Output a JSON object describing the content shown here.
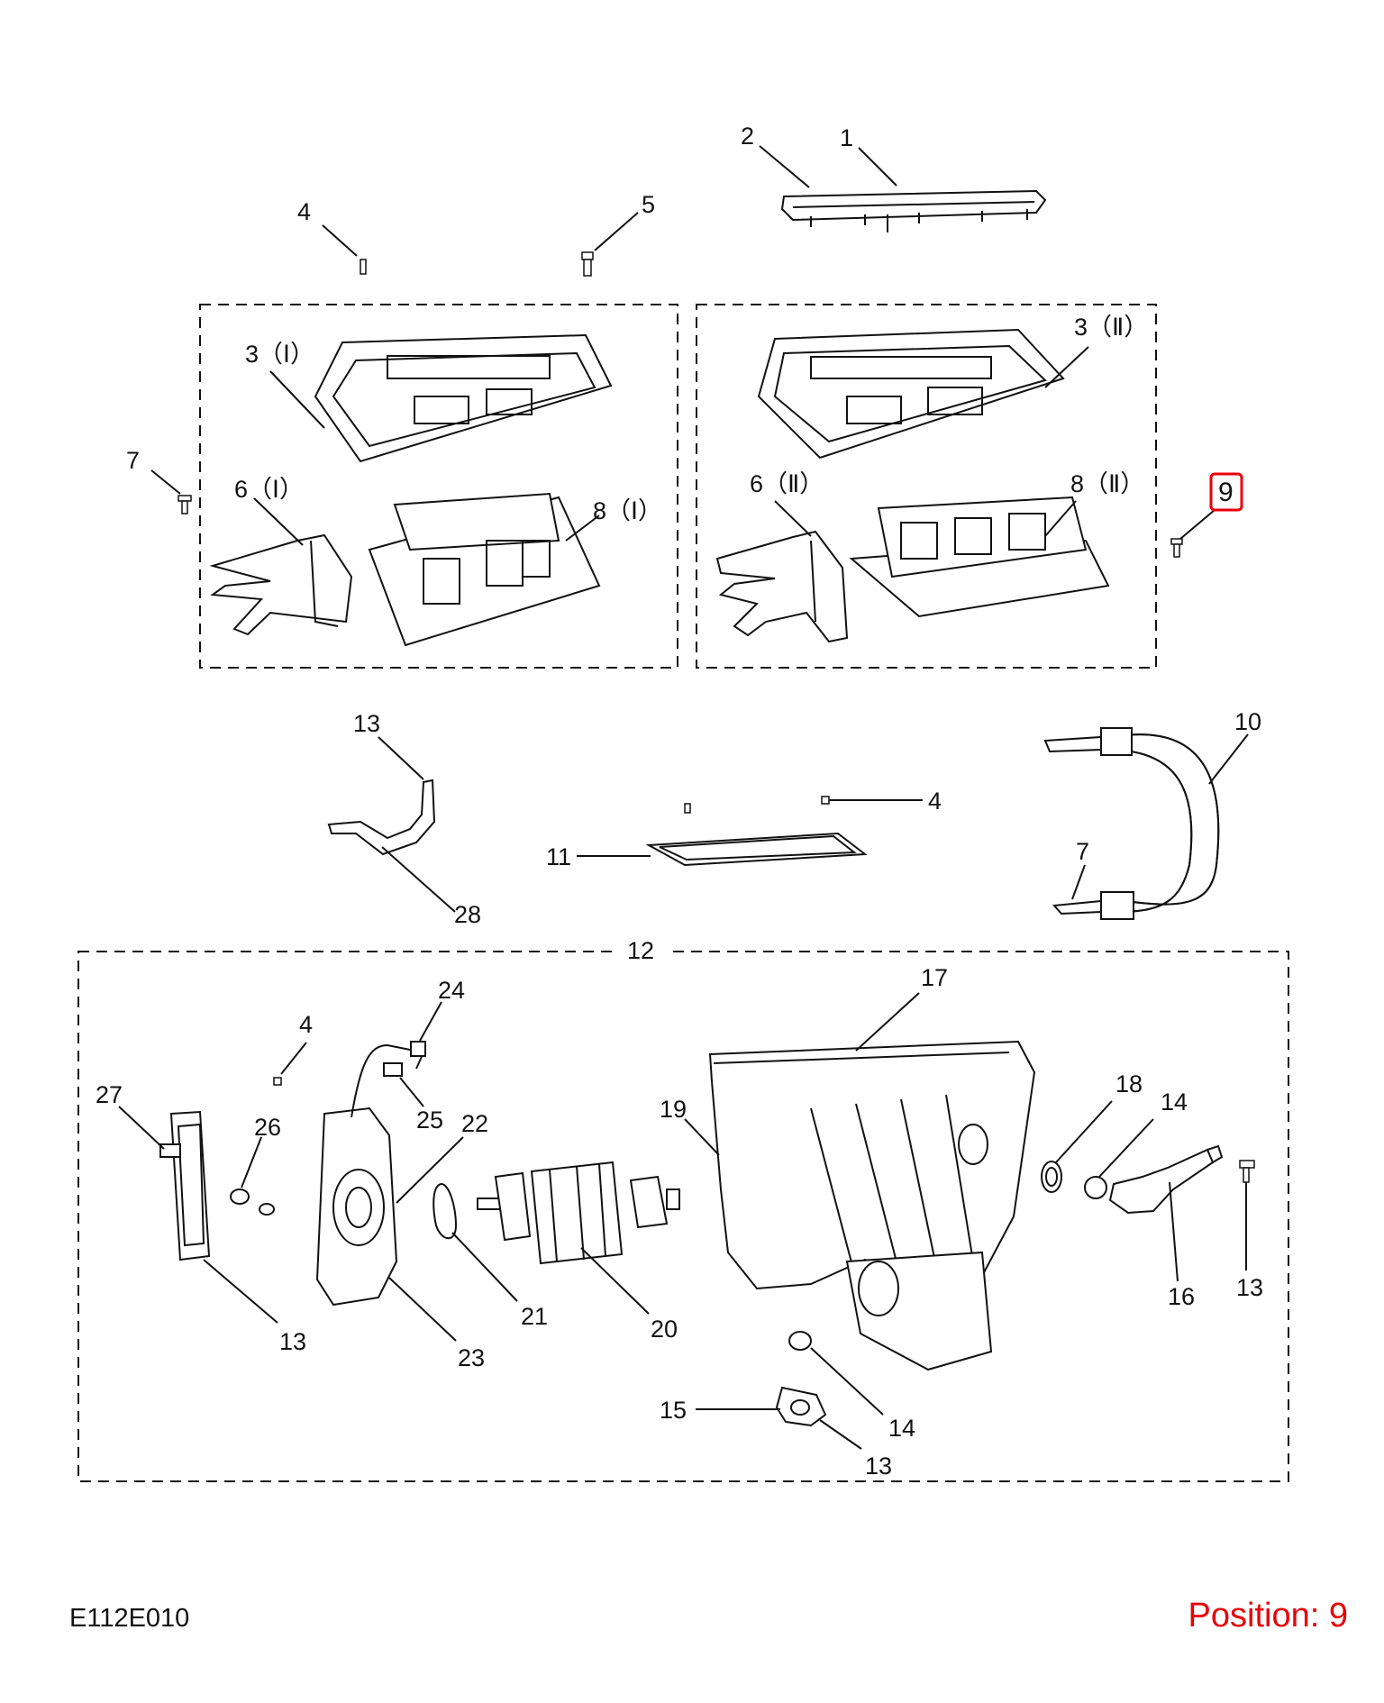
{
  "diagram": {
    "callouts": [
      {
        "key": "c1",
        "label": "1"
      },
      {
        "key": "c2",
        "label": "2"
      },
      {
        "key": "c3a",
        "label": "3（Ⅰ）"
      },
      {
        "key": "c3b",
        "label": "3（Ⅱ）"
      },
      {
        "key": "c4a",
        "label": "4"
      },
      {
        "key": "c4b",
        "label": "4"
      },
      {
        "key": "c4c",
        "label": "4"
      },
      {
        "key": "c5",
        "label": "5"
      },
      {
        "key": "c6a",
        "label": "6（Ⅰ）"
      },
      {
        "key": "c6b",
        "label": "6（Ⅱ）"
      },
      {
        "key": "c7a",
        "label": "7"
      },
      {
        "key": "c7b",
        "label": "7"
      },
      {
        "key": "c8a",
        "label": "8（Ⅰ）"
      },
      {
        "key": "c8b",
        "label": "8（Ⅱ）"
      },
      {
        "key": "c9",
        "label": "9"
      },
      {
        "key": "c10",
        "label": "10"
      },
      {
        "key": "c11",
        "label": "11"
      },
      {
        "key": "c12",
        "label": "12"
      },
      {
        "key": "c13a",
        "label": "13"
      },
      {
        "key": "c13b",
        "label": "13"
      },
      {
        "key": "c13c",
        "label": "13"
      },
      {
        "key": "c13d",
        "label": "13"
      },
      {
        "key": "c14a",
        "label": "14"
      },
      {
        "key": "c14b",
        "label": "14"
      },
      {
        "key": "c15",
        "label": "15"
      },
      {
        "key": "c16",
        "label": "16"
      },
      {
        "key": "c17",
        "label": "17"
      },
      {
        "key": "c18",
        "label": "18"
      },
      {
        "key": "c19",
        "label": "19"
      },
      {
        "key": "c20",
        "label": "20"
      },
      {
        "key": "c21",
        "label": "21"
      },
      {
        "key": "c22",
        "label": "22"
      },
      {
        "key": "c23",
        "label": "23"
      },
      {
        "key": "c24",
        "label": "24"
      },
      {
        "key": "c25",
        "label": "25"
      },
      {
        "key": "c26",
        "label": "26"
      },
      {
        "key": "c27",
        "label": "27"
      },
      {
        "key": "c28",
        "label": "28"
      }
    ],
    "selected_callout": "9",
    "highlight_color": "#e8000b"
  },
  "footer": {
    "drawing_code": "E112E010",
    "position_text": "Position: 9",
    "position_color": "#e8000b"
  }
}
